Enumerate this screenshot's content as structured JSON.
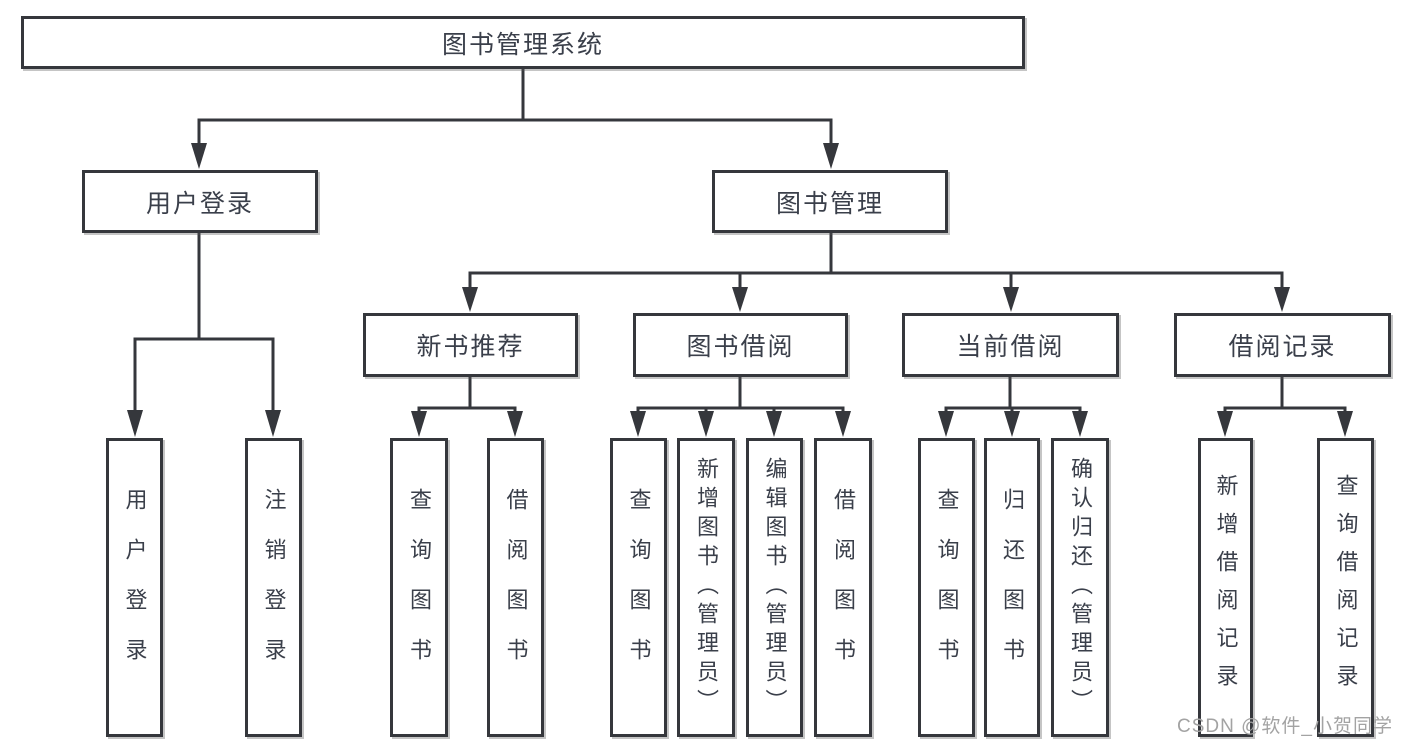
{
  "watermark": "CSDN @软件_小贺同学",
  "colors": {
    "line": "#35373c",
    "box_border": "#35373c",
    "text": "#3a3f4a",
    "watermark": "#a3a3a3",
    "background": "#ffffff"
  },
  "tree": {
    "label": "图书管理系统",
    "children": [
      {
        "label": "用户登录",
        "children": [
          {
            "label": "用户登录"
          },
          {
            "label": "注销登录"
          }
        ]
      },
      {
        "label": "图书管理",
        "children": [
          {
            "label": "新书推荐",
            "children": [
              {
                "label": "查询图书"
              },
              {
                "label": "借阅图书"
              }
            ]
          },
          {
            "label": "图书借阅",
            "children": [
              {
                "label": "查询图书"
              },
              {
                "label": "新增图书（管理员）"
              },
              {
                "label": "编辑图书（管理员）"
              },
              {
                "label": "借阅图书"
              }
            ]
          },
          {
            "label": "当前借阅",
            "children": [
              {
                "label": "查询图书"
              },
              {
                "label": "归还图书"
              },
              {
                "label": "确认归还（管理员）"
              }
            ]
          },
          {
            "label": "借阅记录",
            "children": [
              {
                "label": "新增借阅记录"
              },
              {
                "label": "查询借阅记录"
              }
            ]
          }
        ]
      }
    ]
  }
}
